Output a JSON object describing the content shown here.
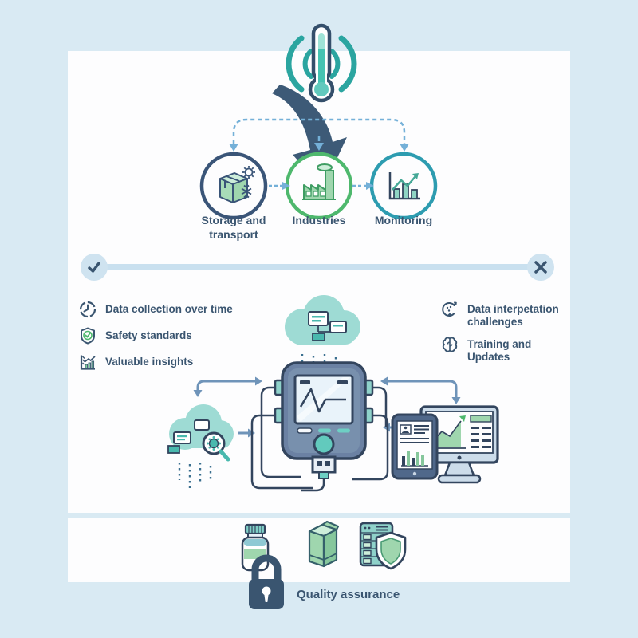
{
  "colors": {
    "background": "#d9eaf3",
    "card": "#fdfdfe",
    "navy": "#3a5570",
    "outline_navy": "#33455e",
    "steel_blue_arrow": "#6f94b9",
    "dashed_blue": "#74b0d8",
    "teal": "#2ba5a0",
    "cloud_teal": "#9edbd4",
    "icon_green": "#9fd6ae",
    "ring_navy": "#3a5578",
    "ring_green": "#4eb86d",
    "ring_teal": "#2d9cb0"
  },
  "header": {
    "icon": "thermometer-signal-icon"
  },
  "flow": {
    "steps": [
      {
        "icon": "package-climate-icon",
        "label": "Storage and transport",
        "ring_color": "#3a5578"
      },
      {
        "icon": "factory-icon",
        "label": "Industries",
        "ring_color": "#4eb86d"
      },
      {
        "icon": "chart-growth-icon",
        "label": "Monitoring",
        "ring_color": "#2d9cb0"
      }
    ]
  },
  "divider": {
    "left_icon": "check-icon",
    "right_icon": "cross-icon"
  },
  "benefits": [
    {
      "icon": "clock-icon",
      "label": "Data collection over time"
    },
    {
      "icon": "shield-check-icon",
      "label": "Safety standards"
    },
    {
      "icon": "insights-chart-icon",
      "label": "Valuable insights"
    }
  ],
  "challenges": [
    {
      "icon": "confused-data-icon",
      "label": "Data interpetation challenges"
    },
    {
      "icon": "brain-icon",
      "label": "Training and Updates"
    }
  ],
  "central": {
    "icons": [
      "cloud-data-icon",
      "cloud-search-icon",
      "data-logger-icon",
      "monitor-dashboard-icon",
      "tablet-report-icon"
    ]
  },
  "footer": {
    "lock_icon": "padlock-icon",
    "product_icons": [
      "medicine-bottle-icon",
      "carton-icon",
      "server-shield-icon"
    ],
    "label": "Quality assurance"
  }
}
